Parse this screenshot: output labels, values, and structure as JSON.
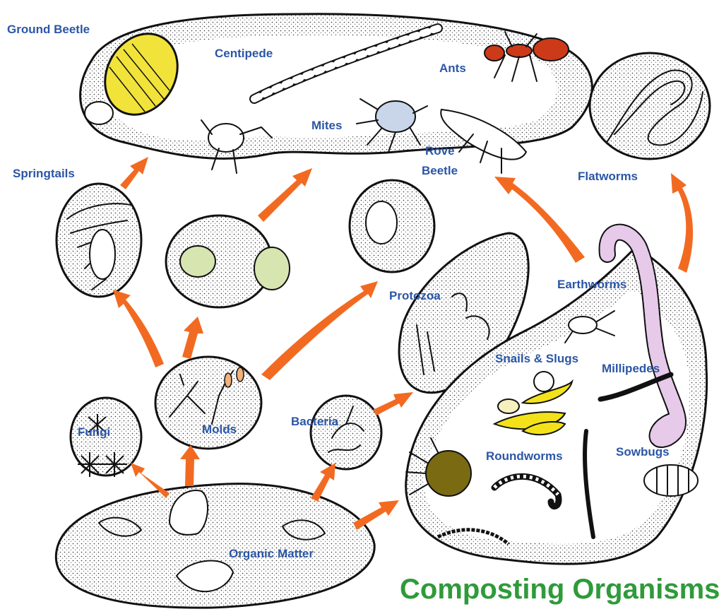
{
  "title": "Composting Organisms",
  "labels": {
    "ground_beetle": "Ground Beetle",
    "centipede": "Centipede",
    "ants": "Ants",
    "mites": "Mites",
    "rove_beetle_1": "Rove",
    "rove_beetle_2": "Beetle",
    "springtails": "Springtails",
    "flatworms": "Flatworms",
    "protozoa": "Protozoa",
    "earthworms": "Earthworms",
    "snails_slugs": "Snails & Slugs",
    "millipedes": "Millipedes",
    "fungi": "Fungi",
    "molds": "Molds",
    "bacteria": "Bacteria",
    "roundworms": "Roundworms",
    "sowbugs": "Sowbugs",
    "organic_matter": "Organic Matter"
  },
  "colors": {
    "label": "#2b56a6",
    "title": "#2f9a3a",
    "arrow": "#f26a21",
    "mite": "#c9d6ea",
    "ant": "#cc3a1a",
    "snail": "#f3e21a",
    "beetle_stripe": "#f1e33a",
    "worm": "#e7c9ea",
    "tick_body": "#7a6a12",
    "mold_spore": "#f2b27c",
    "mold_blob": "#d7e6b0"
  }
}
